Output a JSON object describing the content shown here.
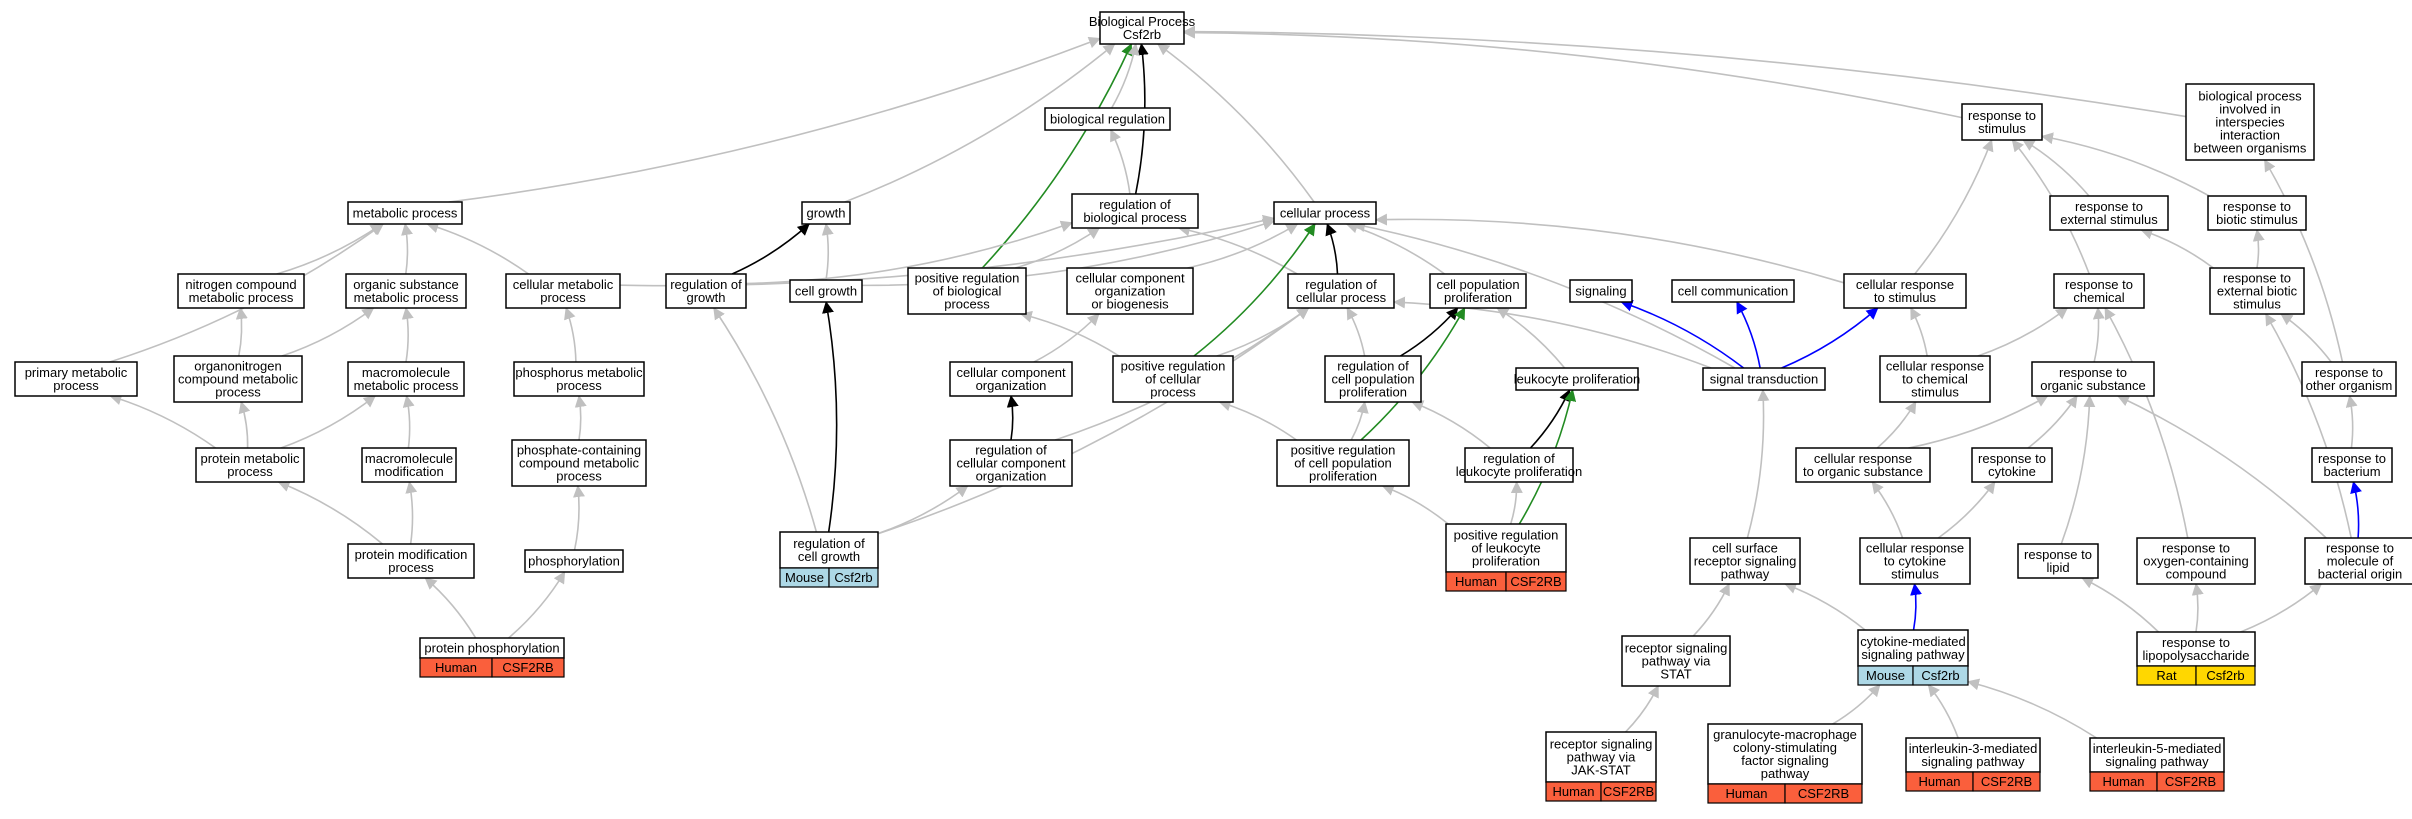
{
  "colors": {
    "gray": "#c0c0c0",
    "black": "#000000",
    "green": "#228b22",
    "blue": "#0000ff",
    "human": "#fa5f3c",
    "mouse": "#add8e6",
    "rat": "#ffd700"
  },
  "nodes": [
    {
      "id": "bp",
      "lines": [
        "Biological Process",
        "Csf2rb"
      ]
    },
    {
      "id": "biolreg",
      "lines": [
        "biological regulation"
      ]
    },
    {
      "id": "metab",
      "lines": [
        "metabolic process"
      ]
    },
    {
      "id": "growth",
      "lines": [
        "growth"
      ]
    },
    {
      "id": "regbp",
      "lines": [
        "regulation of",
        "biological process"
      ]
    },
    {
      "id": "cellproc",
      "lines": [
        "cellular process"
      ]
    },
    {
      "id": "respstim",
      "lines": [
        "response to",
        "stimulus"
      ]
    },
    {
      "id": "interspecies",
      "lines": [
        "biological process",
        "involved in",
        "interspecies",
        "interaction",
        "between organisms"
      ]
    },
    {
      "id": "nitro",
      "lines": [
        "nitrogen compound",
        "metabolic process"
      ]
    },
    {
      "id": "orgsub",
      "lines": [
        "organic substance",
        "metabolic process"
      ]
    },
    {
      "id": "cellmetab",
      "lines": [
        "cellular metabolic",
        "process"
      ]
    },
    {
      "id": "reggrowth",
      "lines": [
        "regulation of",
        "growth"
      ]
    },
    {
      "id": "cellgrowth",
      "lines": [
        "cell growth"
      ]
    },
    {
      "id": "posregbp",
      "lines": [
        "positive regulation",
        "of biological",
        "process"
      ]
    },
    {
      "id": "ccorg",
      "lines": [
        "cellular component",
        "organization",
        "or biogenesis"
      ]
    },
    {
      "id": "regcellproc",
      "lines": [
        "regulation of",
        "cellular process"
      ]
    },
    {
      "id": "cellpopprolif",
      "lines": [
        "cell population",
        "proliferation"
      ]
    },
    {
      "id": "signaling",
      "lines": [
        "signaling"
      ]
    },
    {
      "id": "cellcomm",
      "lines": [
        "cell communication"
      ]
    },
    {
      "id": "cellrespstim",
      "lines": [
        "cellular response",
        "to stimulus"
      ]
    },
    {
      "id": "respext",
      "lines": [
        "response to",
        "external stimulus"
      ]
    },
    {
      "id": "respbiotic",
      "lines": [
        "response to",
        "biotic stimulus"
      ]
    },
    {
      "id": "respchem",
      "lines": [
        "response to",
        "chemical"
      ]
    },
    {
      "id": "respextbiotic",
      "lines": [
        "response to",
        "external biotic",
        "stimulus"
      ]
    },
    {
      "id": "primmetab",
      "lines": [
        "primary metabolic",
        "process"
      ]
    },
    {
      "id": "orgnitro",
      "lines": [
        "organonitrogen",
        "compound metabolic",
        "process"
      ]
    },
    {
      "id": "macromet",
      "lines": [
        "macromolecule",
        "metabolic process"
      ]
    },
    {
      "id": "phosmetab",
      "lines": [
        "phosphorus metabolic",
        "process"
      ]
    },
    {
      "id": "ccorg2",
      "lines": [
        "cellular component",
        "organization"
      ]
    },
    {
      "id": "posregcell",
      "lines": [
        "positive regulation",
        "of cellular",
        "process"
      ]
    },
    {
      "id": "regcellpop",
      "lines": [
        "regulation of",
        "cell population",
        "proliferation"
      ]
    },
    {
      "id": "leukoprolif",
      "lines": [
        "leukocyte proliferation"
      ]
    },
    {
      "id": "sigtrans",
      "lines": [
        "signal transduction"
      ]
    },
    {
      "id": "cellrespchem",
      "lines": [
        "cellular response",
        "to chemical",
        "stimulus"
      ]
    },
    {
      "id": "resporg",
      "lines": [
        "response to",
        "organic substance"
      ]
    },
    {
      "id": "respother",
      "lines": [
        "response to",
        "other organism"
      ]
    },
    {
      "id": "protmetab",
      "lines": [
        "protein metabolic",
        "process"
      ]
    },
    {
      "id": "macromod",
      "lines": [
        "macromolecule",
        "modification"
      ]
    },
    {
      "id": "phoscomp",
      "lines": [
        "phosphate-containing",
        "compound metabolic",
        "process"
      ]
    },
    {
      "id": "regccorg",
      "lines": [
        "regulation of",
        "cellular component",
        "organization"
      ]
    },
    {
      "id": "posregcellpop",
      "lines": [
        "positive regulation",
        "of cell population",
        "proliferation"
      ]
    },
    {
      "id": "regleuko",
      "lines": [
        "regulation of",
        "leukocyte proliferation"
      ]
    },
    {
      "id": "cellresporg",
      "lines": [
        "cellular response",
        "to organic substance"
      ]
    },
    {
      "id": "respcyto",
      "lines": [
        "response to",
        "cytokine"
      ]
    },
    {
      "id": "respbact",
      "lines": [
        "response to",
        "bacterium"
      ]
    },
    {
      "id": "protmod",
      "lines": [
        "protein modification",
        "process"
      ]
    },
    {
      "id": "phosphor",
      "lines": [
        "phosphorylation"
      ]
    },
    {
      "id": "regcellgrowth",
      "lines": [
        "regulation of",
        "cell growth"
      ],
      "tags": [
        {
          "label": "Mouse",
          "kind": "mouse"
        },
        {
          "label": "Csf2rb",
          "kind": "mouse"
        }
      ]
    },
    {
      "id": "posregleuko",
      "lines": [
        "positive regulation",
        "of leukocyte",
        "proliferation"
      ],
      "tags": [
        {
          "label": "Human",
          "kind": "human"
        },
        {
          "label": "CSF2RB",
          "kind": "human"
        }
      ]
    },
    {
      "id": "cellsurf",
      "lines": [
        "cell surface",
        "receptor signaling",
        "pathway"
      ]
    },
    {
      "id": "cellrespcyto",
      "lines": [
        "cellular response",
        "to cytokine",
        "stimulus"
      ]
    },
    {
      "id": "resplipid",
      "lines": [
        "response to",
        "lipid"
      ]
    },
    {
      "id": "respoxy",
      "lines": [
        "response to",
        "oxygen-containing",
        "compound"
      ]
    },
    {
      "id": "respmolbact",
      "lines": [
        "response to",
        "molecule of",
        "bacterial origin"
      ]
    },
    {
      "id": "protphos",
      "lines": [
        "protein phosphorylation"
      ],
      "tags": [
        {
          "label": "Human",
          "kind": "human"
        },
        {
          "label": "CSF2RB",
          "kind": "human"
        }
      ]
    },
    {
      "id": "recstat",
      "lines": [
        "receptor signaling",
        "pathway via",
        "STAT"
      ]
    },
    {
      "id": "cytomed",
      "lines": [
        "cytokine-mediated",
        "signaling pathway"
      ],
      "tags": [
        {
          "label": "Mouse",
          "kind": "mouse"
        },
        {
          "label": "Csf2rb",
          "kind": "mouse"
        }
      ]
    },
    {
      "id": "resplps",
      "lines": [
        "response to",
        "lipopolysaccharide"
      ],
      "tags": [
        {
          "label": "Rat",
          "kind": "rat"
        },
        {
          "label": "Csf2rb",
          "kind": "rat"
        }
      ]
    },
    {
      "id": "recjak",
      "lines": [
        "receptor signaling",
        "pathway via",
        "JAK-STAT"
      ],
      "tags": [
        {
          "label": "Human",
          "kind": "human"
        },
        {
          "label": "CSF2RB",
          "kind": "human"
        }
      ]
    },
    {
      "id": "gmcsf",
      "lines": [
        "granulocyte-macrophage",
        "colony-stimulating",
        "factor signaling",
        "pathway"
      ],
      "tags": [
        {
          "label": "Human",
          "kind": "human"
        },
        {
          "label": "CSF2RB",
          "kind": "human"
        }
      ]
    },
    {
      "id": "il3",
      "lines": [
        "interleukin-3-mediated",
        "signaling pathway"
      ],
      "tags": [
        {
          "label": "Human",
          "kind": "human"
        },
        {
          "label": "CSF2RB",
          "kind": "human"
        }
      ]
    },
    {
      "id": "il5",
      "lines": [
        "interleukin-5-mediated",
        "signaling pathway"
      ],
      "tags": [
        {
          "label": "Human",
          "kind": "human"
        },
        {
          "label": "CSF2RB",
          "kind": "human"
        }
      ]
    }
  ],
  "edges": [
    {
      "from": "regbp",
      "to": "bp",
      "color": "black"
    },
    {
      "from": "posregbp",
      "to": "bp",
      "color": "green"
    },
    {
      "from": "biolreg",
      "to": "bp",
      "color": "gray"
    },
    {
      "from": "metab",
      "to": "bp",
      "color": "gray"
    },
    {
      "from": "growth",
      "to": "bp",
      "color": "gray"
    },
    {
      "from": "cellproc",
      "to": "bp",
      "color": "gray"
    },
    {
      "from": "respstim",
      "to": "bp",
      "color": "gray"
    },
    {
      "from": "interspecies",
      "to": "bp",
      "color": "gray"
    },
    {
      "from": "regbp",
      "to": "biolreg",
      "color": "gray"
    },
    {
      "from": "nitro",
      "to": "metab",
      "color": "gray"
    },
    {
      "from": "orgsub",
      "to": "metab",
      "color": "gray"
    },
    {
      "from": "cellmetab",
      "to": "metab",
      "color": "gray"
    },
    {
      "from": "primmetab",
      "to": "metab",
      "color": "gray"
    },
    {
      "from": "reggrowth",
      "to": "growth",
      "color": "black"
    },
    {
      "from": "cellgrowth",
      "to": "growth",
      "color": "gray"
    },
    {
      "from": "reggrowth",
      "to": "regbp",
      "color": "gray"
    },
    {
      "from": "posregbp",
      "to": "regbp",
      "color": "gray"
    },
    {
      "from": "regcellproc",
      "to": "regbp",
      "color": "gray"
    },
    {
      "from": "regcellproc",
      "to": "cellproc",
      "color": "black"
    },
    {
      "from": "posregcell",
      "to": "cellproc",
      "color": "green"
    },
    {
      "from": "cellmetab",
      "to": "cellproc",
      "color": "gray"
    },
    {
      "from": "cellgrowth",
      "to": "cellproc",
      "color": "gray"
    },
    {
      "from": "ccorg",
      "to": "cellproc",
      "color": "gray"
    },
    {
      "from": "cellpopprolif",
      "to": "cellproc",
      "color": "gray"
    },
    {
      "from": "cellrespstim",
      "to": "cellproc",
      "color": "gray"
    },
    {
      "from": "sigtrans",
      "to": "cellproc",
      "color": "gray"
    },
    {
      "from": "cellrespstim",
      "to": "respstim",
      "color": "gray"
    },
    {
      "from": "respext",
      "to": "respstim",
      "color": "gray"
    },
    {
      "from": "respbiotic",
      "to": "respstim",
      "color": "gray"
    },
    {
      "from": "respchem",
      "to": "respstim",
      "color": "gray"
    },
    {
      "from": "respother",
      "to": "interspecies",
      "color": "gray"
    },
    {
      "from": "orgnitro",
      "to": "nitro",
      "color": "gray"
    },
    {
      "from": "orgnitro",
      "to": "orgsub",
      "color": "gray"
    },
    {
      "from": "macromet",
      "to": "orgsub",
      "color": "gray"
    },
    {
      "from": "phosmetab",
      "to": "cellmetab",
      "color": "gray"
    },
    {
      "from": "regcellgrowth",
      "to": "reggrowth",
      "color": "gray"
    },
    {
      "from": "regcellgrowth",
      "to": "cellgrowth",
      "color": "black"
    },
    {
      "from": "posregcell",
      "to": "posregbp",
      "color": "gray"
    },
    {
      "from": "ccorg2",
      "to": "ccorg",
      "color": "gray"
    },
    {
      "from": "posregcell",
      "to": "regcellproc",
      "color": "gray"
    },
    {
      "from": "regcellpop",
      "to": "regcellproc",
      "color": "gray"
    },
    {
      "from": "regccorg",
      "to": "regcellproc",
      "color": "gray"
    },
    {
      "from": "regcellpop",
      "to": "cellpopprolif",
      "color": "black"
    },
    {
      "from": "posregcellpop",
      "to": "cellpopprolif",
      "color": "green"
    },
    {
      "from": "leukoprolif",
      "to": "cellpopprolif",
      "color": "gray"
    },
    {
      "from": "sigtrans",
      "to": "signaling",
      "color": "blue"
    },
    {
      "from": "sigtrans",
      "to": "cellcomm",
      "color": "blue"
    },
    {
      "from": "sigtrans",
      "to": "cellrespstim",
      "color": "blue"
    },
    {
      "from": "sigtrans",
      "to": "regcellproc",
      "color": "gray"
    },
    {
      "from": "cellrespchem",
      "to": "cellrespstim",
      "color": "gray"
    },
    {
      "from": "cellrespchem",
      "to": "respchem",
      "color": "gray"
    },
    {
      "from": "respextbiotic",
      "to": "respext",
      "color": "gray"
    },
    {
      "from": "respextbiotic",
      "to": "respbiotic",
      "color": "gray"
    },
    {
      "from": "resporg",
      "to": "respchem",
      "color": "gray"
    },
    {
      "from": "respoxy",
      "to": "respchem",
      "color": "gray"
    },
    {
      "from": "respother",
      "to": "respextbiotic",
      "color": "gray"
    },
    {
      "from": "respmolbact",
      "to": "respextbiotic",
      "color": "gray"
    },
    {
      "from": "protmetab",
      "to": "primmetab",
      "color": "gray"
    },
    {
      "from": "protmetab",
      "to": "orgnitro",
      "color": "gray"
    },
    {
      "from": "protmetab",
      "to": "macromet",
      "color": "gray"
    },
    {
      "from": "macromod",
      "to": "macromet",
      "color": "gray"
    },
    {
      "from": "phoscomp",
      "to": "phosmetab",
      "color": "gray"
    },
    {
      "from": "regccorg",
      "to": "ccorg2",
      "color": "black"
    },
    {
      "from": "posregcellpop",
      "to": "posregcell",
      "color": "gray"
    },
    {
      "from": "posregcellpop",
      "to": "regcellpop",
      "color": "gray"
    },
    {
      "from": "regleuko",
      "to": "regcellpop",
      "color": "gray"
    },
    {
      "from": "regleuko",
      "to": "leukoprolif",
      "color": "black"
    },
    {
      "from": "posregleuko",
      "to": "leukoprolif",
      "color": "green"
    },
    {
      "from": "cellresporg",
      "to": "cellrespchem",
      "color": "gray"
    },
    {
      "from": "cellresporg",
      "to": "resporg",
      "color": "gray"
    },
    {
      "from": "respcyto",
      "to": "resporg",
      "color": "gray"
    },
    {
      "from": "resplipid",
      "to": "resporg",
      "color": "gray"
    },
    {
      "from": "respmolbact",
      "to": "resporg",
      "color": "gray"
    },
    {
      "from": "respmolbact",
      "to": "respbact",
      "color": "blue"
    },
    {
      "from": "respbact",
      "to": "respother",
      "color": "gray"
    },
    {
      "from": "protmod",
      "to": "protmetab",
      "color": "gray"
    },
    {
      "from": "protmod",
      "to": "macromod",
      "color": "gray"
    },
    {
      "from": "phosphor",
      "to": "phoscomp",
      "color": "gray"
    },
    {
      "from": "regcellgrowth",
      "to": "regccorg",
      "color": "gray"
    },
    {
      "from": "regcellgrowth",
      "to": "regcellproc",
      "color": "gray"
    },
    {
      "from": "posregleuko",
      "to": "posregcellpop",
      "color": "gray"
    },
    {
      "from": "posregleuko",
      "to": "regleuko",
      "color": "gray"
    },
    {
      "from": "cellrespcyto",
      "to": "cellresporg",
      "color": "gray"
    },
    {
      "from": "cellrespcyto",
      "to": "respcyto",
      "color": "gray"
    },
    {
      "from": "cellsurf",
      "to": "sigtrans",
      "color": "gray"
    },
    {
      "from": "protphos",
      "to": "protmod",
      "color": "gray"
    },
    {
      "from": "protphos",
      "to": "phosphor",
      "color": "gray"
    },
    {
      "from": "recstat",
      "to": "cellsurf",
      "color": "gray"
    },
    {
      "from": "cytomed",
      "to": "cellsurf",
      "color": "gray"
    },
    {
      "from": "cytomed",
      "to": "cellrespcyto",
      "color": "blue"
    },
    {
      "from": "resplps",
      "to": "resplipid",
      "color": "gray"
    },
    {
      "from": "resplps",
      "to": "respoxy",
      "color": "gray"
    },
    {
      "from": "resplps",
      "to": "respmolbact",
      "color": "gray"
    },
    {
      "from": "recjak",
      "to": "recstat",
      "color": "gray"
    },
    {
      "from": "gmcsf",
      "to": "cytomed",
      "color": "gray"
    },
    {
      "from": "il3",
      "to": "cytomed",
      "color": "gray"
    },
    {
      "from": "il5",
      "to": "cytomed",
      "color": "gray"
    }
  ]
}
